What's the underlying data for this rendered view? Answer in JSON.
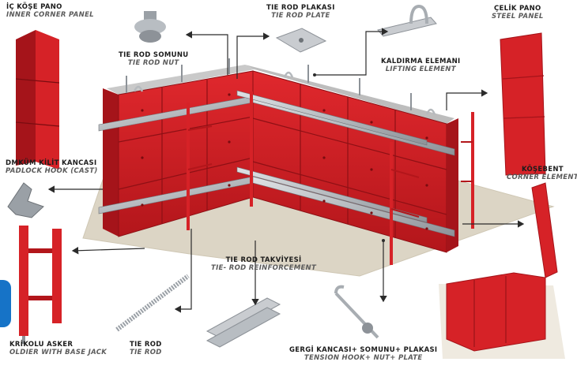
{
  "colors": {
    "formwork_red": "#d62227",
    "formwork_dark_red": "#a5141a",
    "steel_grey": "#a8adb2",
    "ground": "#d9d2c2",
    "arrow": "#2b2b2b"
  },
  "labels": {
    "inner_corner_panel": {
      "tr": "İÇ KÖŞE PANO",
      "en": "INNER CORNER PANEL"
    },
    "tie_rod_nut": {
      "tr": "TIE ROD SOMUNU",
      "en": "TIE ROD NUT"
    },
    "tie_rod_plate": {
      "tr": "TIE ROD PLAKASI",
      "en": "TIE ROD PLATE"
    },
    "lifting_element": {
      "tr": "KALDIRMA ELEMANI",
      "en": "LIFTING ELEMENT"
    },
    "steel_panel": {
      "tr": "ÇELİK PANO",
      "en": "STEEL PANEL"
    },
    "padlock_hook": {
      "tr": "DMKÜM KİLİT KANCASI",
      "en": "PADLOCK HOOK (CAST)"
    },
    "corner_element": {
      "tr": "KÖŞEBENT",
      "en": "CORNER ELEMENT"
    },
    "tie_rod_reinforcement": {
      "tr": "TIE ROD TAKVİYESİ",
      "en": "TIE- ROD REINFORCEMENT"
    },
    "soldier_base_jack": {
      "tr": "KRİKOLU ASKER",
      "en": "OLDIER WITH BASE JACK"
    },
    "tie_rod": {
      "tr": "TIE ROD",
      "en": "TIE ROD"
    },
    "tension_hook": {
      "tr": "GERGİ KANCASI+ SOMUNU+ PLAKASI",
      "en": "TENSION HOOK+ NUT+ PLATE"
    }
  }
}
